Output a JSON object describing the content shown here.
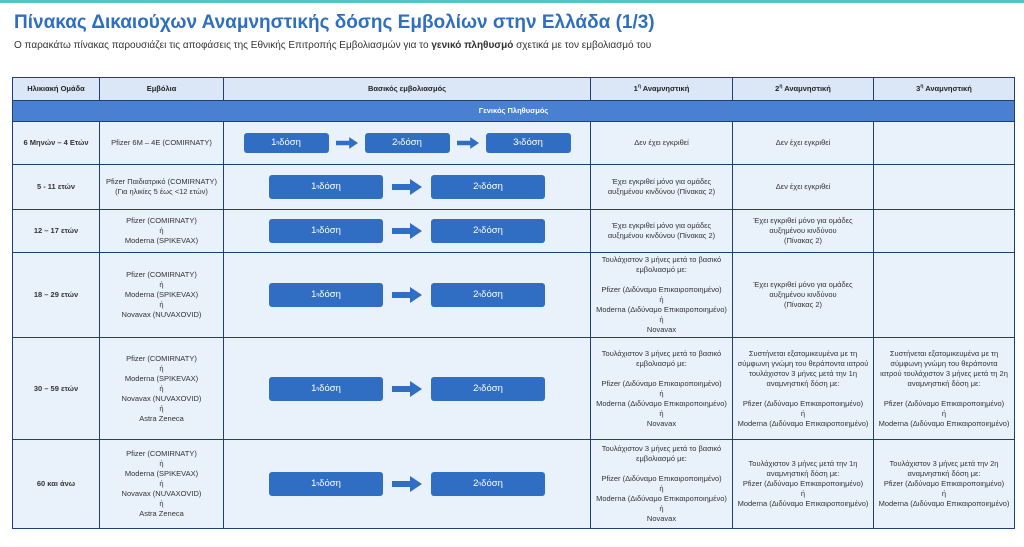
{
  "page": {
    "title": "Πίνακας Δικαιούχων Αναμνηστικής δόσης Εμβολίων στην Ελλάδα (1/3)",
    "subtitle_pre": "Ο παρακάτω πίνακας παρουσιάζει τις αποφάσεις της Εθνικής Επιτροπής Εμβολιασμών για το ",
    "subtitle_bold": "γενικό πληθυσμό",
    "subtitle_post": " σχετικά με τον εμβολιασμό του"
  },
  "table": {
    "headers": {
      "age": "Ηλικιακή Ομάδα",
      "vaccine": "Εμβόλια",
      "primary": "Βασικός εμβολιασμός",
      "b1_num": "1",
      "b1_sup": "η",
      "b1_text": " Αναμνηστική",
      "b2_num": "2",
      "b2_sup": "η",
      "b2_text": " Αναμνηστική",
      "b3_num": "3",
      "b3_sup": "η",
      "b3_text": " Αναμνηστική"
    },
    "band": "Γενικός Πληθυσμός",
    "dose_suffix": " δόση",
    "dose_sup": "η",
    "rows": [
      {
        "age": "6 Μηνών – 4 Ετών",
        "vaccine": "Pfizer 6M – 4E (COMIRNATY)",
        "doses": [
          "1",
          "2",
          "3"
        ],
        "b1": "Δεν έχει εγκριθεί",
        "b2": "Δεν έχει εγκριθεί",
        "b3": ""
      },
      {
        "age": "5 - 11 ετών",
        "vaccine": "Pfizer Παιδιατρικό (COMIRNATY)\n(Για ηλικίες 5 έως <12 ετών)",
        "doses": [
          "1",
          "2"
        ],
        "b1": "Έχει εγκριθεί  μόνο για ομάδες\nαυξημένου κινδύνου (Πίνακας 2)",
        "b2": "Δεν έχει εγκριθεί",
        "b3": ""
      },
      {
        "age": "12 – 17 ετών",
        "vaccine": "Pfizer (COMIRNATY)\nή\nModerna (SPIKEVAX)",
        "doses": [
          "1",
          "2"
        ],
        "b1": "Έχει εγκριθεί  μόνο για ομάδες\nαυξημένου κινδύνου (Πίνακας 2)",
        "b2": "Έχει εγκριθεί μόνο για ομάδες\nαυξημένου κινδύνου\n(Πίνακας 2)",
        "b3": ""
      },
      {
        "age": "18 – 29 ετών",
        "vaccine": "Pfizer (COMIRNATY)\nή\nModerna (SPIKEVAX)\nή\nNovavax (NUVAXOVID)",
        "doses": [
          "1",
          "2"
        ],
        "b1": "Τουλάχιστον 3 μήνες μετά το βασικό\nεμβολιασμό με:\n\nPfizer (Διδύναμο Επικαιροποιημένο)\nή\nModerna (Διδύναμο Επικαιροποιημένο)\nή\nNovavax",
        "b2": "Έχει εγκριθεί μόνο για ομάδες\nαυξημένου κινδύνου\n(Πίνακας 2)",
        "b3": ""
      },
      {
        "age": "30 – 59 ετών",
        "vaccine": "Pfizer (COMIRNATY)\nή\nModerna (SPIKEVAX)\nή\nNovavax (NUVAXOVID)\nή\nAstra Zeneca",
        "doses": [
          "1",
          "2"
        ],
        "b1": "Τουλάχιστον 3 μήνες μετά το βασικό\nεμβολιασμό με:\n\nPfizer (Διδύναμο Επικαιροποιημένο)\nή\nModerna (Διδύναμο Επικαιροποιημένο)\nή\nNovavax",
        "b2": "Συστήνεται εξατομικευμένα με τη\nσύμφωνη γνώμη του θεράποντα ιατρού\nτουλάχιστον 3 μήνες μετά την 1η\nαναμνηστική δόση με:\n\nPfizer (Διδύναμο Επικαιροποιημένο)\nή\nModerna (Διδύναμο Επικαιροποιημένο)",
        "b3": "Συστήνεται εξατομικευμένα με τη\nσύμφωνη γνώμη του θεράποντα\nιατρού τουλάχιστον  3 μήνες μετά τη 2η\nαναμνηστική δόση με:\n\nPfizer (Διδύναμο Επικαιροποιημένο)\nή\nModerna (Διδύναμο Επικαιροποιημένο)"
      },
      {
        "age": "60 και άνω",
        "vaccine": "Pfizer (COMIRNATY)\nή\nModerna (SPIKEVAX)\nή\nNovavax (NUVAXOVID)\nή\nAstra Zeneca",
        "doses": [
          "1",
          "2"
        ],
        "b1": "Τουλάχιστον 3 μήνες μετά το βασικό\nεμβολιασμό με:\n\nPfizer (Διδύναμο Επικαιροποιημένο)\nή\nModerna (Διδύναμο Επικαιροποιημένο)\nή\nNovavax",
        "b2": "Τουλάχιστον 3 μήνες μετά την 1η\nαναμνηστική δόση με:\nPfizer (Διδύναμο Επικαιροποιημένο)\nή\nModerna (Διδύναμο Επικαιροποιημένο)",
        "b3": "Τουλάχιστον 3 μήνες μετά την 2η\nαναμνηστική δόση με:\nPfizer (Διδύναμο Επικαιροποιημένο)\nή\nModerna (Διδύναμο Επικαιροποιημένο)"
      }
    ]
  },
  "colors": {
    "title": "#2e6fc2",
    "band": "#4a80d2",
    "dose_button": "#2f6ec3",
    "cell_bg": "#e9f1fb",
    "border": "#1f3f77",
    "top_bar": "#58c4c6"
  },
  "icons": {
    "arrow": "arrow-right-icon"
  }
}
